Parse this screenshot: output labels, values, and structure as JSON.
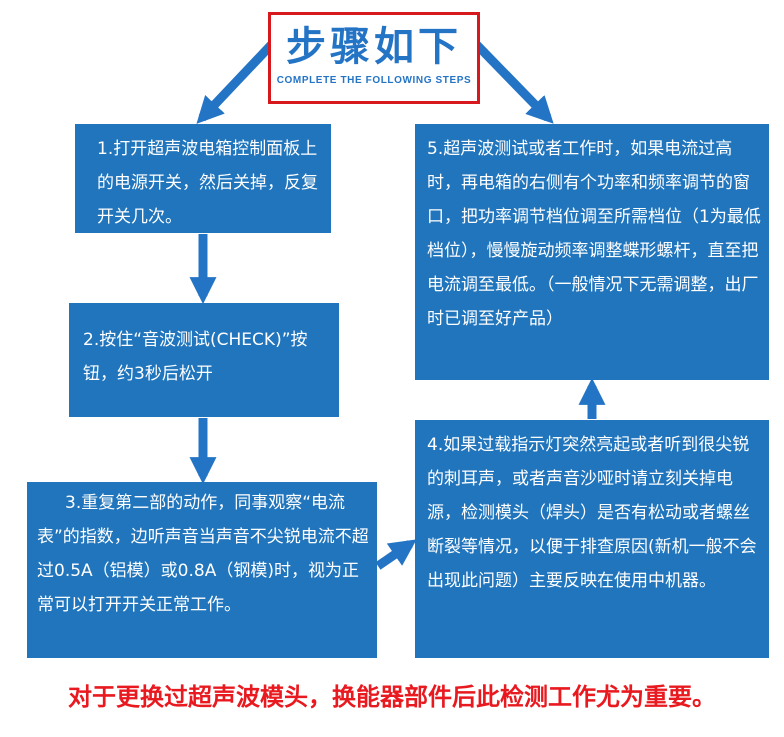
{
  "title": {
    "main": "步骤如下",
    "sub": "COMPLETE THE FOLLOWING STEPS"
  },
  "steps": [
    "1.打开超声波电箱控制面板上的电源开关，然后关掉，反复开关几次。",
    "2.按住“音波测试(CHECK)”按钮，约3秒后松开",
    "3.重复第二部的动作，同事观察“电流表”的指数，边听声音当声音不尖锐电流不超过0.5A（铝模）或0.8A（钢模)时，视为正常可以打开开关正常工作。",
    "4.如果过载指示灯突然亮起或者听到很尖锐的刺耳声，或者声音沙哑时请立刻关掉电源，检测模头（焊头）是否有松动或者螺丝断裂等情况，以便于排查原因(新机一般不会出现此问题）主要反映在使用中机器。",
    "5.超声波测试或者工作时，如果电流过高时，再电箱的右侧有个功率和频率调节的窗口，把功率调节档位调至所需档位（1为最低档位），慢慢旋动频率调整蝶形螺杆，直至把电流调至最低。（一般情况下无需调整，出厂时已调至好产品）"
  ],
  "footer": "对于更换过超声波模头，换能器部件后此检测工作尤为重要。",
  "colors": {
    "box": "#2075bd",
    "arrow": "#2474c6",
    "title_border": "#d7191e",
    "footer": "#e8191f"
  }
}
